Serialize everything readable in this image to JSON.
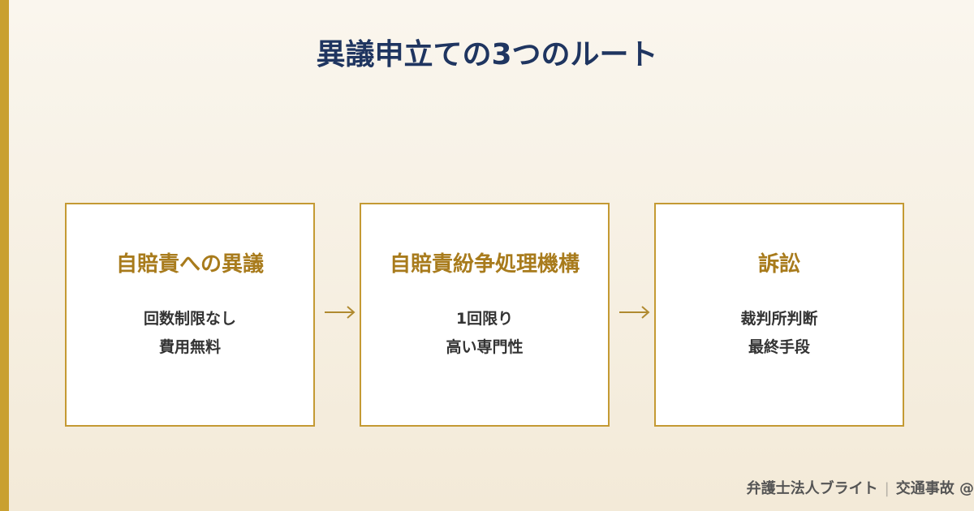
{
  "title": "異議申立ての3つのルート",
  "colors": {
    "accent": "#c9a030",
    "title": "#1f3560",
    "card_border": "#c49a33",
    "card_heading": "#a87b1c",
    "text": "#333333"
  },
  "routes": [
    {
      "heading": "自賠責への異議",
      "lines": [
        "回数制限なし",
        "費用無料"
      ]
    },
    {
      "heading": "自賠責紛争処理機構",
      "lines": [
        "1回限り",
        "高い専門性"
      ]
    },
    {
      "heading": "訴訟",
      "lines": [
        "裁判所判断",
        "最終手段"
      ]
    }
  ],
  "arrow_icon": "right-arrow-icon",
  "footer": {
    "firm": "弁護士法人ブライト",
    "separator": "|",
    "topic": "交通事故 @"
  }
}
